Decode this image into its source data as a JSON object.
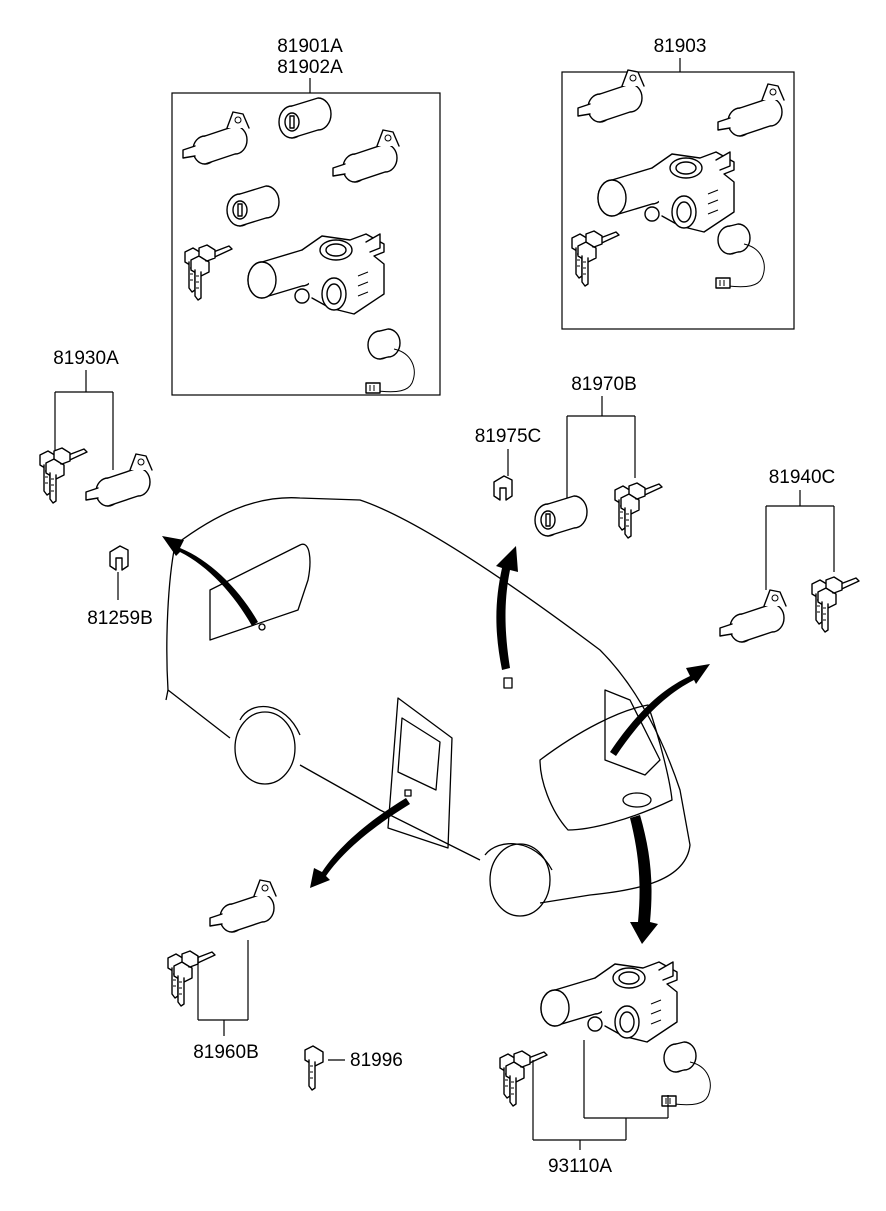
{
  "labels": {
    "group_81901": [
      "81901A",
      "81902A"
    ],
    "group_81903": "81903",
    "part_81930A": "81930A",
    "part_81259B": "81259B",
    "part_81975C": "81975C",
    "part_81970B": "81970B",
    "part_81940C": "81940C",
    "part_81960B": "81960B",
    "part_81996": "81996",
    "part_93110A": "93110A"
  }
}
